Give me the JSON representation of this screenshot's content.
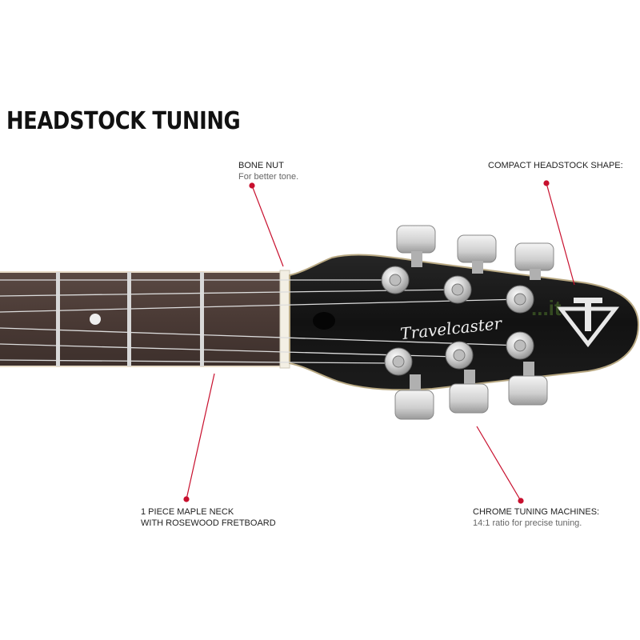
{
  "title": "HEADSTOCK TUNING",
  "brand_script": "Travelcaster",
  "watermark": "...it",
  "callouts": {
    "bone_nut": {
      "heading": "BONE NUT",
      "sub": "For better tone."
    },
    "compact_headstock": {
      "heading": "COMPACT HEADSTOCK SHAPE:"
    },
    "maple_neck": {
      "line1": "1 PIECE MAPLE NECK",
      "line2": "WITH ROSEWOOD FRETBOARD"
    },
    "chrome_tuners": {
      "heading": "CHROME TUNING MACHINES:",
      "sub": "14:1 ratio for precise tuning."
    }
  },
  "colors": {
    "callout_line": "#c8102e",
    "headstock": "#141414",
    "fretboard": "#4a3b36",
    "chrome": "#d9d9d9"
  }
}
